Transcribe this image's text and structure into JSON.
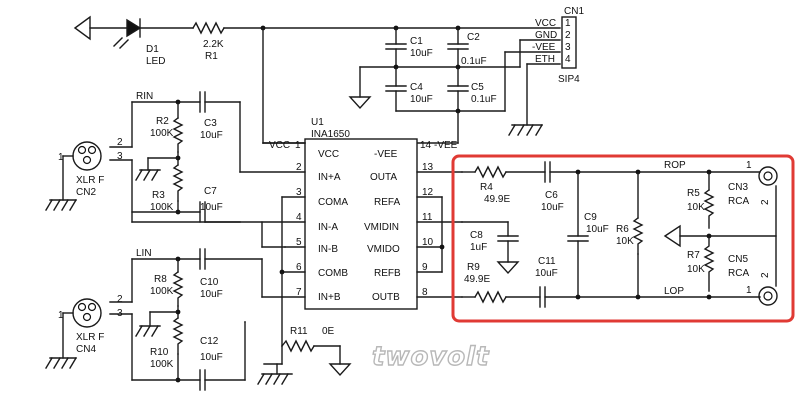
{
  "watermark": "twovolt",
  "labels": {
    "D1": "D1",
    "LED": "LED",
    "R1": "R1",
    "R1_val": "2.2K",
    "C1": "C1",
    "C1_val": "10uF",
    "C2": "C2",
    "C2_val": "0.1uF",
    "C4": "C4",
    "C4_val": "10uF",
    "C5": "C5",
    "C5_val": "0.1uF",
    "CN1": "CN1",
    "SIP4": "SIP4",
    "vcc": "VCC",
    "gnd": "GND",
    "vee": "-VEE",
    "eth": "ETH",
    "p1": "1",
    "p2": "2",
    "p3": "3",
    "p4": "4",
    "RIN": "RIN",
    "LIN": "LIN",
    "R2": "R2",
    "R2_val": "100K",
    "R3": "R3",
    "R3_val": "100K",
    "C3": "C3",
    "C3_val": "10uF",
    "C7": "C7",
    "C7_val": "10uF",
    "XLR": "XLR F",
    "CN2": "CN2",
    "CN4": "CN4",
    "R8": "R8",
    "R8_val": "100K",
    "R10": "R10",
    "R10_val": "100K",
    "C10": "C10",
    "C10_val": "10uF",
    "C12": "C12",
    "C12_val": "10uF",
    "R11": "R11",
    "R11_val": "0E",
    "U1": "U1",
    "INA": "INA1650",
    "pin_vcc": "VCC",
    "pin_vee": "-VEE",
    "pin_inpa": "IN+A",
    "pin_outa": "OUTA",
    "pin_coma": "COMA",
    "pin_refa": "REFA",
    "pin_inma": "IN-A",
    "pin_vmidin": "VMIDIN",
    "pin_inmb": "IN-B",
    "pin_vmido": "VMIDO",
    "pin_comb": "COMB",
    "pin_refb": "REFB",
    "pin_inpb": "IN+B",
    "pin_outb": "OUTB",
    "n1": "1",
    "n2": "2",
    "n3": "3",
    "n4": "4",
    "n5": "5",
    "n6": "6",
    "n7": "7",
    "n8": "8",
    "n9": "9",
    "n10": "10",
    "n11": "11",
    "n12": "12",
    "n13": "13",
    "n14": "14",
    "R4": "R4",
    "R4_val": "49.9E",
    "R9": "R9",
    "R9_val": "49.9E",
    "C6": "C6",
    "C6_val": "10uF",
    "C11": "C11",
    "C11_val": "10uF",
    "C8": "C8",
    "C8_val": "1uF",
    "C9": "C9",
    "C9_val": "10uF",
    "R6": "R6",
    "R6_val": "10K",
    "R5": "R5",
    "R5_val": "10K",
    "R7": "R7",
    "R7_val": "10K",
    "ROP": "ROP",
    "LOP": "LOP",
    "CN3": "CN3",
    "CN5": "CN5",
    "RCA": "RCA",
    "one": "1",
    "two": "2"
  },
  "highlight_color": "#e03a34"
}
